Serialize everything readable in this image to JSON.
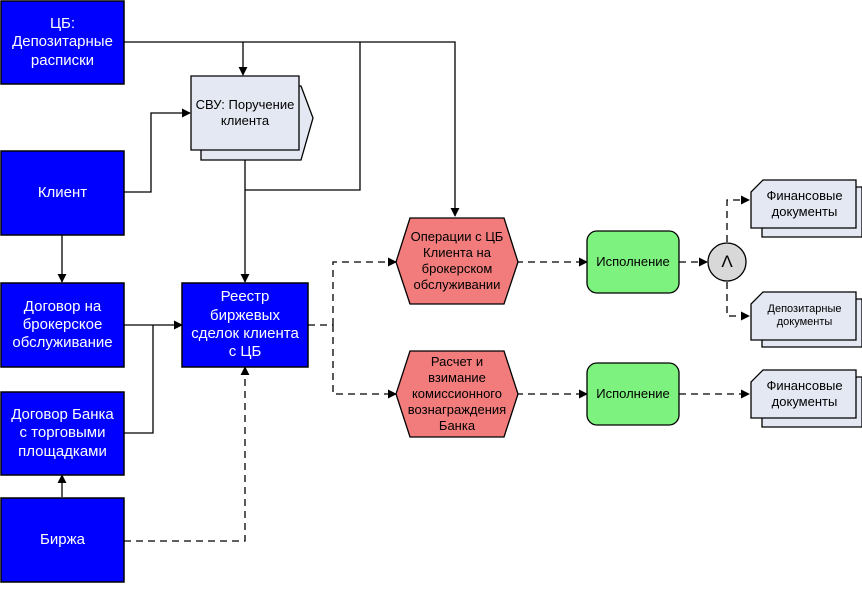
{
  "colors": {
    "blue_box": "#0000ff",
    "doc_box": "#e4e8f2",
    "event_box": "#f27c7c",
    "function_box": "#7ef27e",
    "connector": "#d8d8d8",
    "line": "#000000"
  },
  "nodes": {
    "cb_receipts": "ЦБ:\nДепозитарные\nрасписки",
    "client": "Клиент",
    "brokerage_agreement": "Договор на\nброкерское\nобслуживание",
    "bank_platforms_agreement": "Договор Банка\nс торговыми\nплощадками",
    "exchange": "Биржа",
    "svu_order": "СВУ: Поручение\nклиента",
    "deals_registry": "Реестр\nбиржевых\nсделок клиента\nс ЦБ",
    "client_operations": "Операции с ЦБ\nКлиента на\nброкерском\nобслуживании",
    "commission": "Расчет и\nвзимание\nкомиссионного\nвознаграждения\nБанка",
    "execution_1": "Исполнение",
    "execution_2": "Исполнение",
    "and_connector": "Λ",
    "fin_docs_1": "Финансовые\nдокументы",
    "depo_docs": "Депозитарные\nдокументы",
    "fin_docs_2": "Финансовые\nдокументы"
  }
}
